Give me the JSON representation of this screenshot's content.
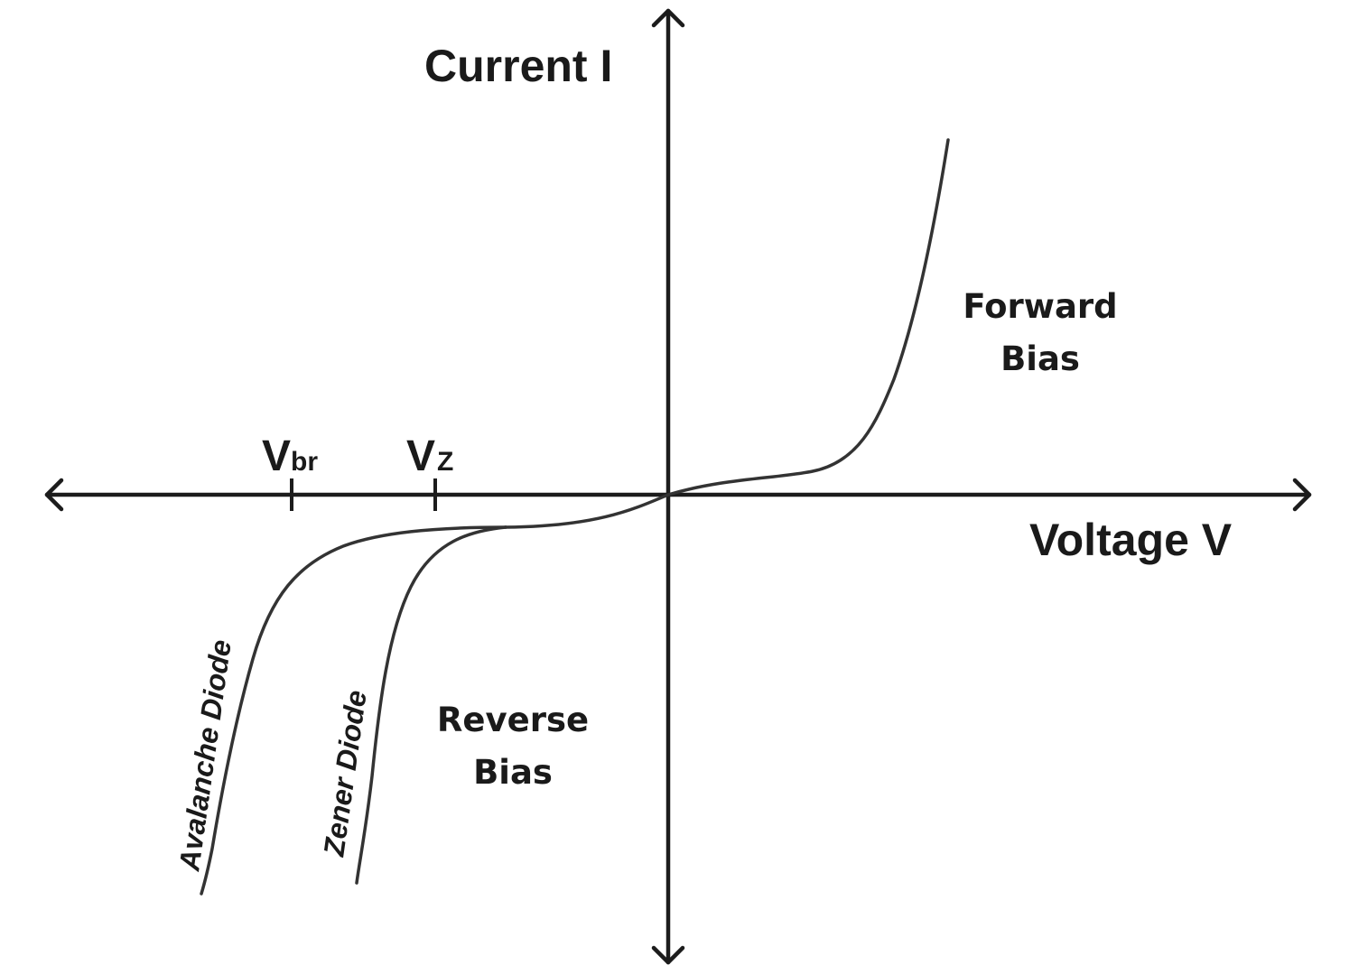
{
  "axes": {
    "y_label": "Current I",
    "x_label": "Voltage V"
  },
  "markers": {
    "breakdown": {
      "main": "V",
      "sub": "br"
    },
    "zener": {
      "main": "V",
      "sub": "Z"
    }
  },
  "regions": {
    "forward": {
      "line1": "Forward",
      "line2": "Bias"
    },
    "reverse": {
      "line1": "Reverse",
      "line2": "Bias"
    }
  },
  "curves": {
    "avalanche": "Avalanche Diode",
    "zener": "Zener Diode"
  },
  "colors": {
    "axis": "#1c1c1c",
    "curve": "#333333",
    "text": "#1a1a1a",
    "background": "#ffffff"
  }
}
